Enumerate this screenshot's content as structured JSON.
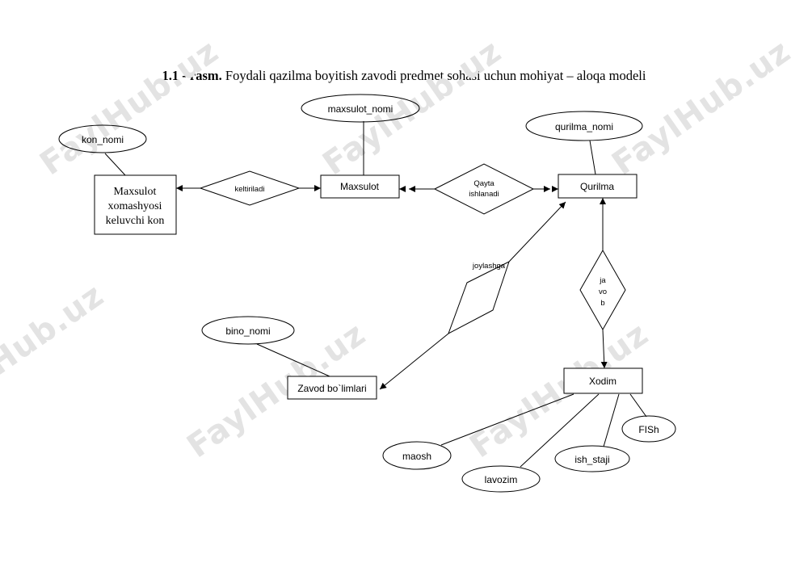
{
  "caption": {
    "prefix": "1.1 - rasm.",
    "text": "Foydali qazilma boyitish zavodi predmet sohasi uchun mohiyat – aloqa modeli"
  },
  "watermark": "FaylHub.uz",
  "entities": {
    "kon": [
      "Maxsulot",
      "xomashyosi",
      "keluvchi kon"
    ],
    "maxsulot": "Maxsulot",
    "qurilma": "Qurilma",
    "zavod": "Zavod bo`limlari",
    "xodim": "Xodim"
  },
  "attributes": {
    "kon_nomi": "kon_nomi",
    "maxsulot_nomi": "maxsulot_nomi",
    "qurilma_nomi": "qurilma_nomi",
    "bino_nomi": "bino_nomi",
    "maosh": "maosh",
    "lavozim": "lavozim",
    "ish_staji": "ish_staji",
    "fish": "FISh"
  },
  "relationships": {
    "keltiriladi": "keltiriladi",
    "qayta": [
      "Qayta",
      "ishlanadi"
    ],
    "joylashga": "joylashga",
    "javob": [
      "ja",
      "vo",
      "b"
    ]
  }
}
